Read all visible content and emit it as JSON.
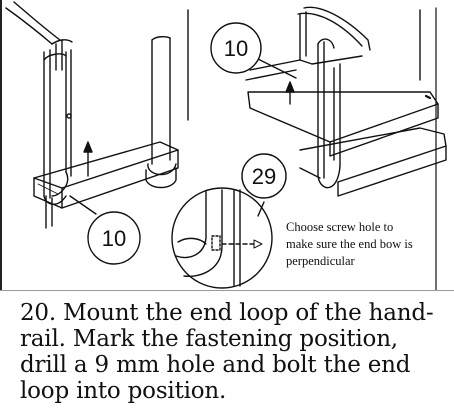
{
  "callouts": {
    "left_bottom": "10",
    "right_top": "10",
    "detail": "29"
  },
  "note": {
    "line1": "Choose screw hole to",
    "line2": "make sure the end bow is",
    "line3": "perpendicular"
  },
  "step": {
    "line1": "20. Mount the end loop of the hand-",
    "line2": "rail. Mark the fastening position,",
    "line3": "drill a 9 mm hole and bolt the end",
    "line4": "loop into position."
  }
}
